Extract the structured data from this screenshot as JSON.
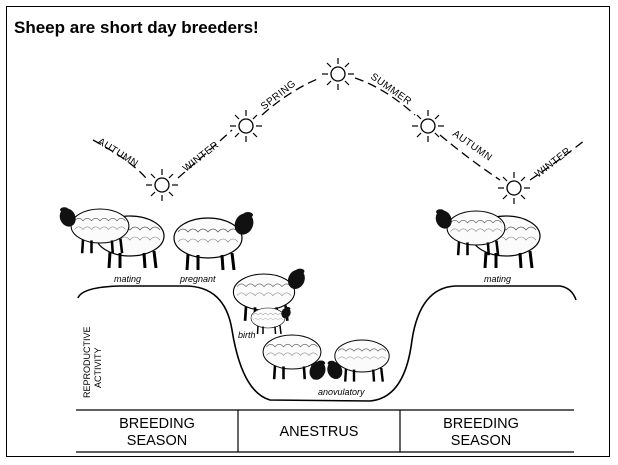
{
  "title": "Sheep are short day breeders!",
  "seasons": [
    "AUTUMN",
    "WINTER",
    "SPRING",
    "SUMMER",
    "AUTUMN",
    "WINTER"
  ],
  "stage_labels": {
    "mating_left": "mating",
    "pregnant": "pregnant",
    "birth": "birth",
    "anovulatory": "anovulatory",
    "mating_right": "mating"
  },
  "y_axis_label": [
    "REPRODUCTIVE",
    "ACTIVITY"
  ],
  "bands": [
    {
      "line1": "BREEDING",
      "line2": "SEASON"
    },
    {
      "line1": "ANESTRUS",
      "line2": ""
    },
    {
      "line1": "BREEDING",
      "line2": "SEASON"
    }
  ]
}
